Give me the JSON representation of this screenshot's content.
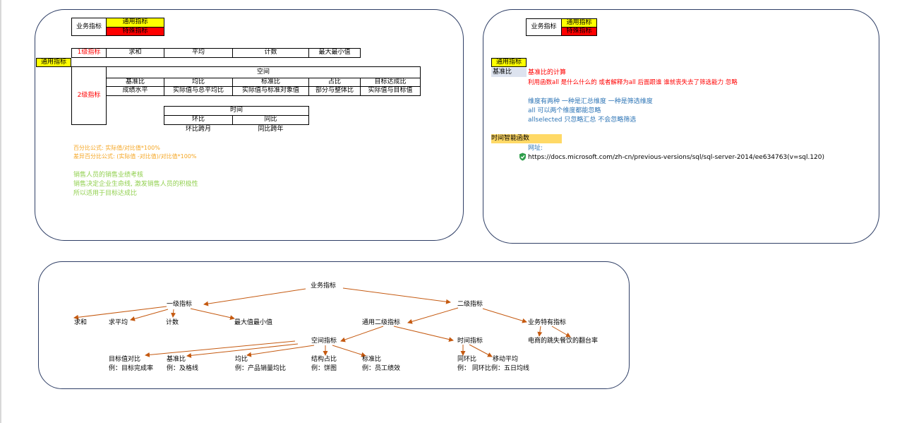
{
  "legend": {
    "label": "业务指标",
    "general": "通用指标",
    "special": "特殊指标"
  },
  "level1": {
    "label": "1级指标",
    "cols": [
      "求和",
      "平均",
      "计数",
      "最大最小值"
    ]
  },
  "general_tag": "通用指标",
  "level2": {
    "label": "2级指标",
    "space_header": "空间",
    "space_cols": [
      "基准比",
      "均比",
      "标准比",
      "占比",
      "目标达成比"
    ],
    "space_desc": [
      "成绩水平",
      "实际值与总平均比",
      "实际值与标准对象值",
      "部分与整体比",
      "实际值与目标值"
    ],
    "time_header": "时间",
    "time_cols": [
      "环比",
      "同比"
    ],
    "time_desc": [
      "环比跨月",
      "同比跨年"
    ]
  },
  "formulas": {
    "pct": "百分比公式:          实际值/对比值*100%",
    "diff_pct": "差异百分比公式:   (实际值 -对比值)/对比值*100%"
  },
  "notes": [
    "销售人员的销售业绩考核",
    "销售决定企业生命线, 激发销售人员的积极性",
    "所以适用于目标达成比"
  ],
  "right": {
    "general_tag": "通用指标",
    "baseline_label": "基准比",
    "red_lines": [
      "基准比的计算",
      "利用函数all  是什么什么的  或者解释为all 后面跟谁 谁就丧失去了筛选能力  忽略"
    ],
    "blue_lines": [
      "维度有两种  一种是汇总维度  一种是筛选维度",
      "all  可以两个维度都能忽略",
      "allselected  只忽略汇总  不会忽略筛选"
    ],
    "time_fn_label": "时间智能函数",
    "url_label": "网址:",
    "url": "https://docs.microsoft.com/zh-cn/previous-versions/sql/sql-server-2014/ee634763(v=sql.120)"
  },
  "tree": {
    "root": "业务指标",
    "l1": "一级指标",
    "l2": "二级指标",
    "l1_children": [
      "求和",
      "求平均",
      "计数",
      "最大值最小值"
    ],
    "general2": "通用二级指标",
    "special": "业务特有指标",
    "special_child": "电商的跳失餐饮的翻台率",
    "space": "空间指标",
    "time": "时间指标",
    "space_children": [
      {
        "name": "目标值对比",
        "example": "例：目标完成率"
      },
      {
        "name": "基准比",
        "example": "例：及格线"
      },
      {
        "name": "均比",
        "example": "例：产品销量均比"
      },
      {
        "name": "结构占比",
        "example": "例：饼图"
      },
      {
        "name": "标准比",
        "example": "例：员工绩效"
      }
    ],
    "time_children": [
      {
        "name": "同环比",
        "example": "例： 同环比"
      },
      {
        "name": "移动平均",
        "example": "例：五日均线"
      }
    ]
  },
  "colors": {
    "arrow": "#c55a11",
    "orange_text": "#f5a623",
    "green_text": "#92d050",
    "blue_text": "#2e75b6",
    "red_text": "#ff0000",
    "panel_border": "#2f3f66"
  }
}
